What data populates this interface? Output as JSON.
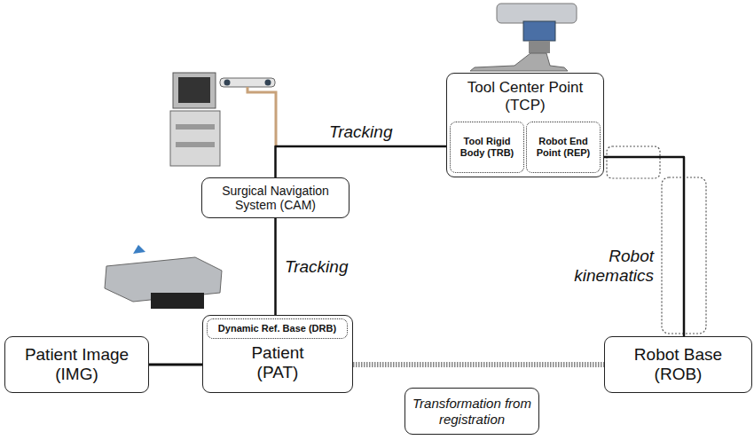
{
  "diagram": {
    "nodes": [
      {
        "text": [
          "Tool Center Point (TCP)"
        ]
      },
      {
        "text": [
          "Tool Rigid Body (TRB)"
        ],
        "in": 0
      },
      {
        "text": [
          "Robot End Point (REP)"
        ],
        "in": 0
      },
      {
        "text": [
          "Surgical Navigation System (CAM)"
        ]
      },
      {
        "text": [
          "Patient Image (IMG)"
        ]
      },
      {
        "text": [
          "Patient (PAT)"
        ]
      },
      {
        "text": [
          "Dynamic Ref. Base (DRB)"
        ],
        "in": 5
      },
      {
        "text": [
          "Robot Base (ROB)"
        ]
      },
      {
        "text": [
          "Transformation from registration"
        ]
      }
    ],
    "edges": [
      {
        "from": 3,
        "to": 0,
        "label": "Tracking",
        "arrow": "none"
      },
      {
        "from": 3,
        "to": 5,
        "label": "Tracking",
        "arrow": "none"
      },
      {
        "from": 4,
        "to": 5,
        "arrow": "none"
      },
      {
        "from": 5,
        "to": 7,
        "arrow": "none"
      },
      {
        "from": 0,
        "to": 7,
        "label": "Robot kinematics",
        "arrow": "none"
      }
    ]
  }
}
